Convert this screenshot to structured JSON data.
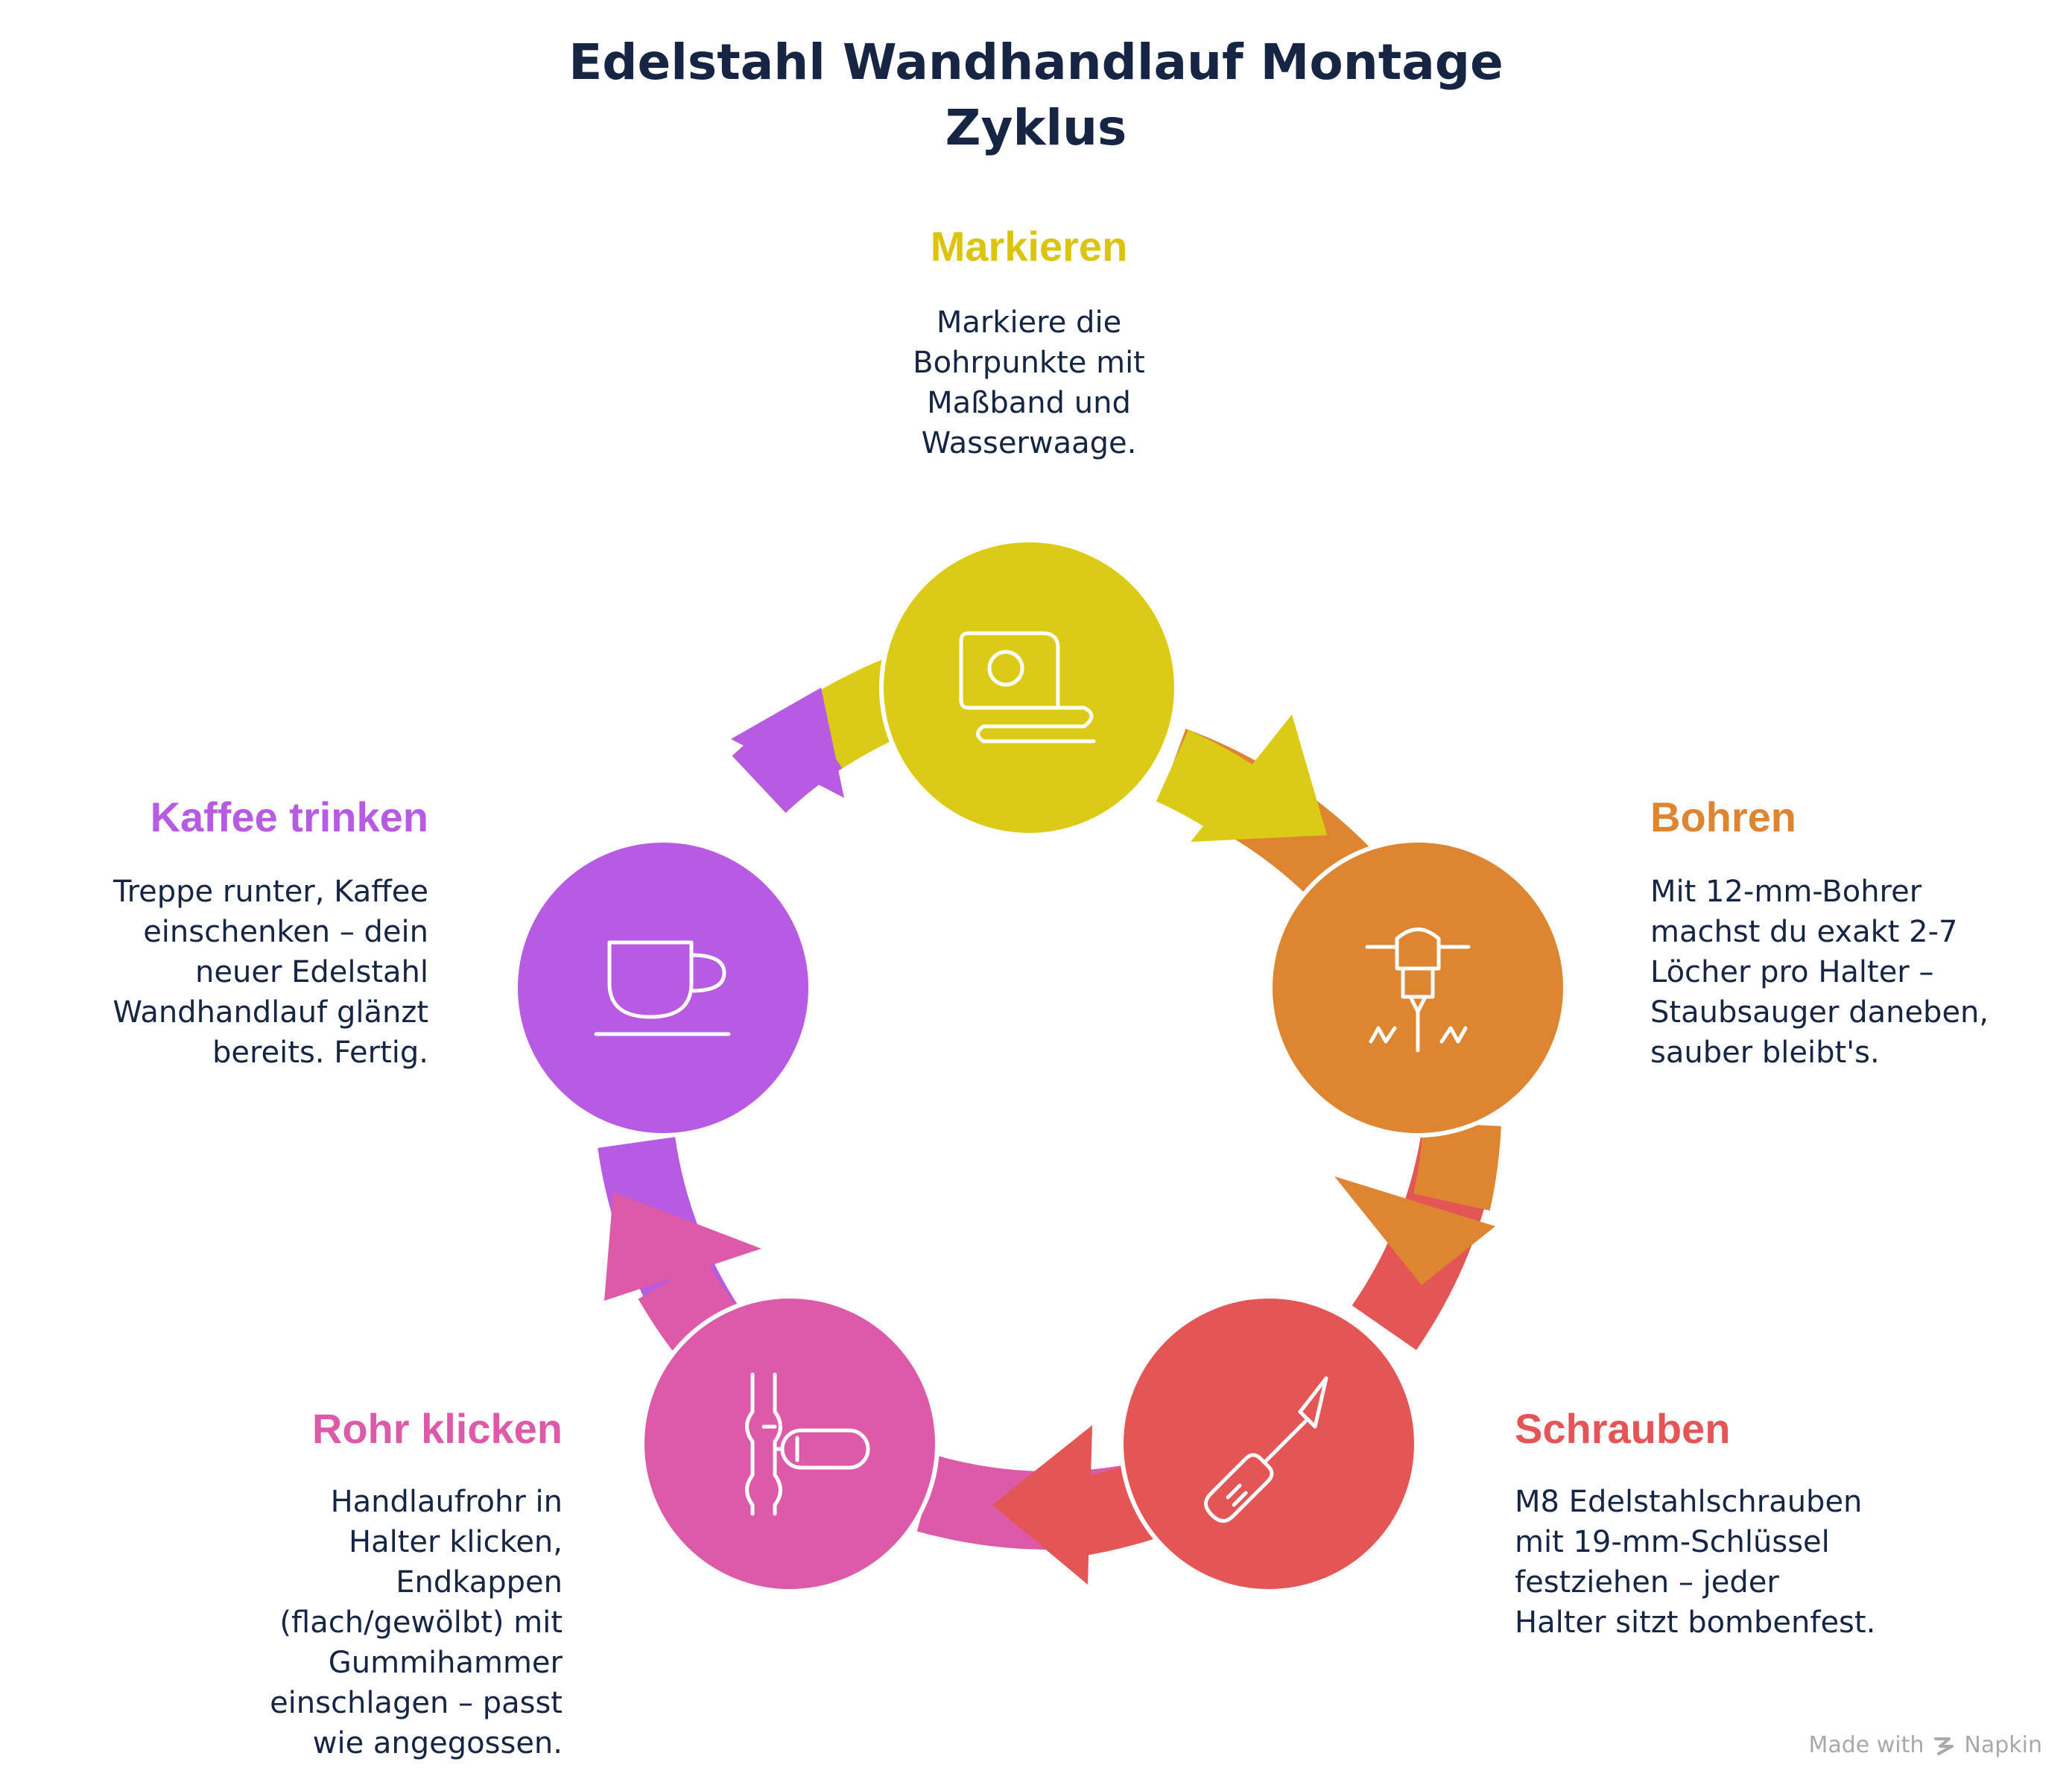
{
  "title": {
    "line1": "Edelstahl Wandhandlauf  Montage",
    "line2": "Zyklus"
  },
  "colors": {
    "markieren": "#DCCB16",
    "bohren": "#DE8532",
    "schrauben": "#E35655",
    "rohr": "#DC5AA8",
    "kaffee": "#B75BE3",
    "markieren_text": "#DCC40E",
    "title": "#172544"
  },
  "steps": [
    {
      "id": "markieren",
      "title": "Markieren",
      "icon": "tape-measure-icon",
      "description": [
        "Markiere die",
        "Bohrpunkte mit",
        "Maßband und",
        "Wasserwaage."
      ]
    },
    {
      "id": "bohren",
      "title": "Bohren",
      "icon": "drill-icon",
      "description": [
        "Mit 12-mm-Bohrer",
        "machst du exakt 2-7",
        "Löcher pro Halter –",
        "Staubsauger daneben,",
        "sauber bleibt's."
      ]
    },
    {
      "id": "schrauben",
      "title": "Schrauben",
      "icon": "screwdriver-icon",
      "description": [
        "M8 Edelstahlschrauben",
        "mit 19-mm-Schlüssel",
        "festziehen – jeder",
        "Halter sitzt bombenfest."
      ]
    },
    {
      "id": "rohr",
      "title": "Rohr klicken",
      "icon": "pipe-clamp-icon",
      "description": [
        "Handlaufrohr in",
        "Halter klicken,",
        "Endkappen",
        "(flach/gewölbt) mit",
        "Gummihammer",
        "einschlagen – passt",
        "wie angegossen."
      ]
    },
    {
      "id": "kaffee",
      "title": "Kaffee trinken",
      "icon": "coffee-cup-icon",
      "description": [
        "Treppe runter, Kaffee",
        "einschenken – dein",
        "neuer Edelstahl",
        "Wandhandlauf glänzt",
        "bereits. Fertig."
      ]
    }
  ],
  "footer": {
    "made_with": "Made with",
    "brand": "Napkin",
    "brand_icon": "napkin-logo-icon"
  }
}
